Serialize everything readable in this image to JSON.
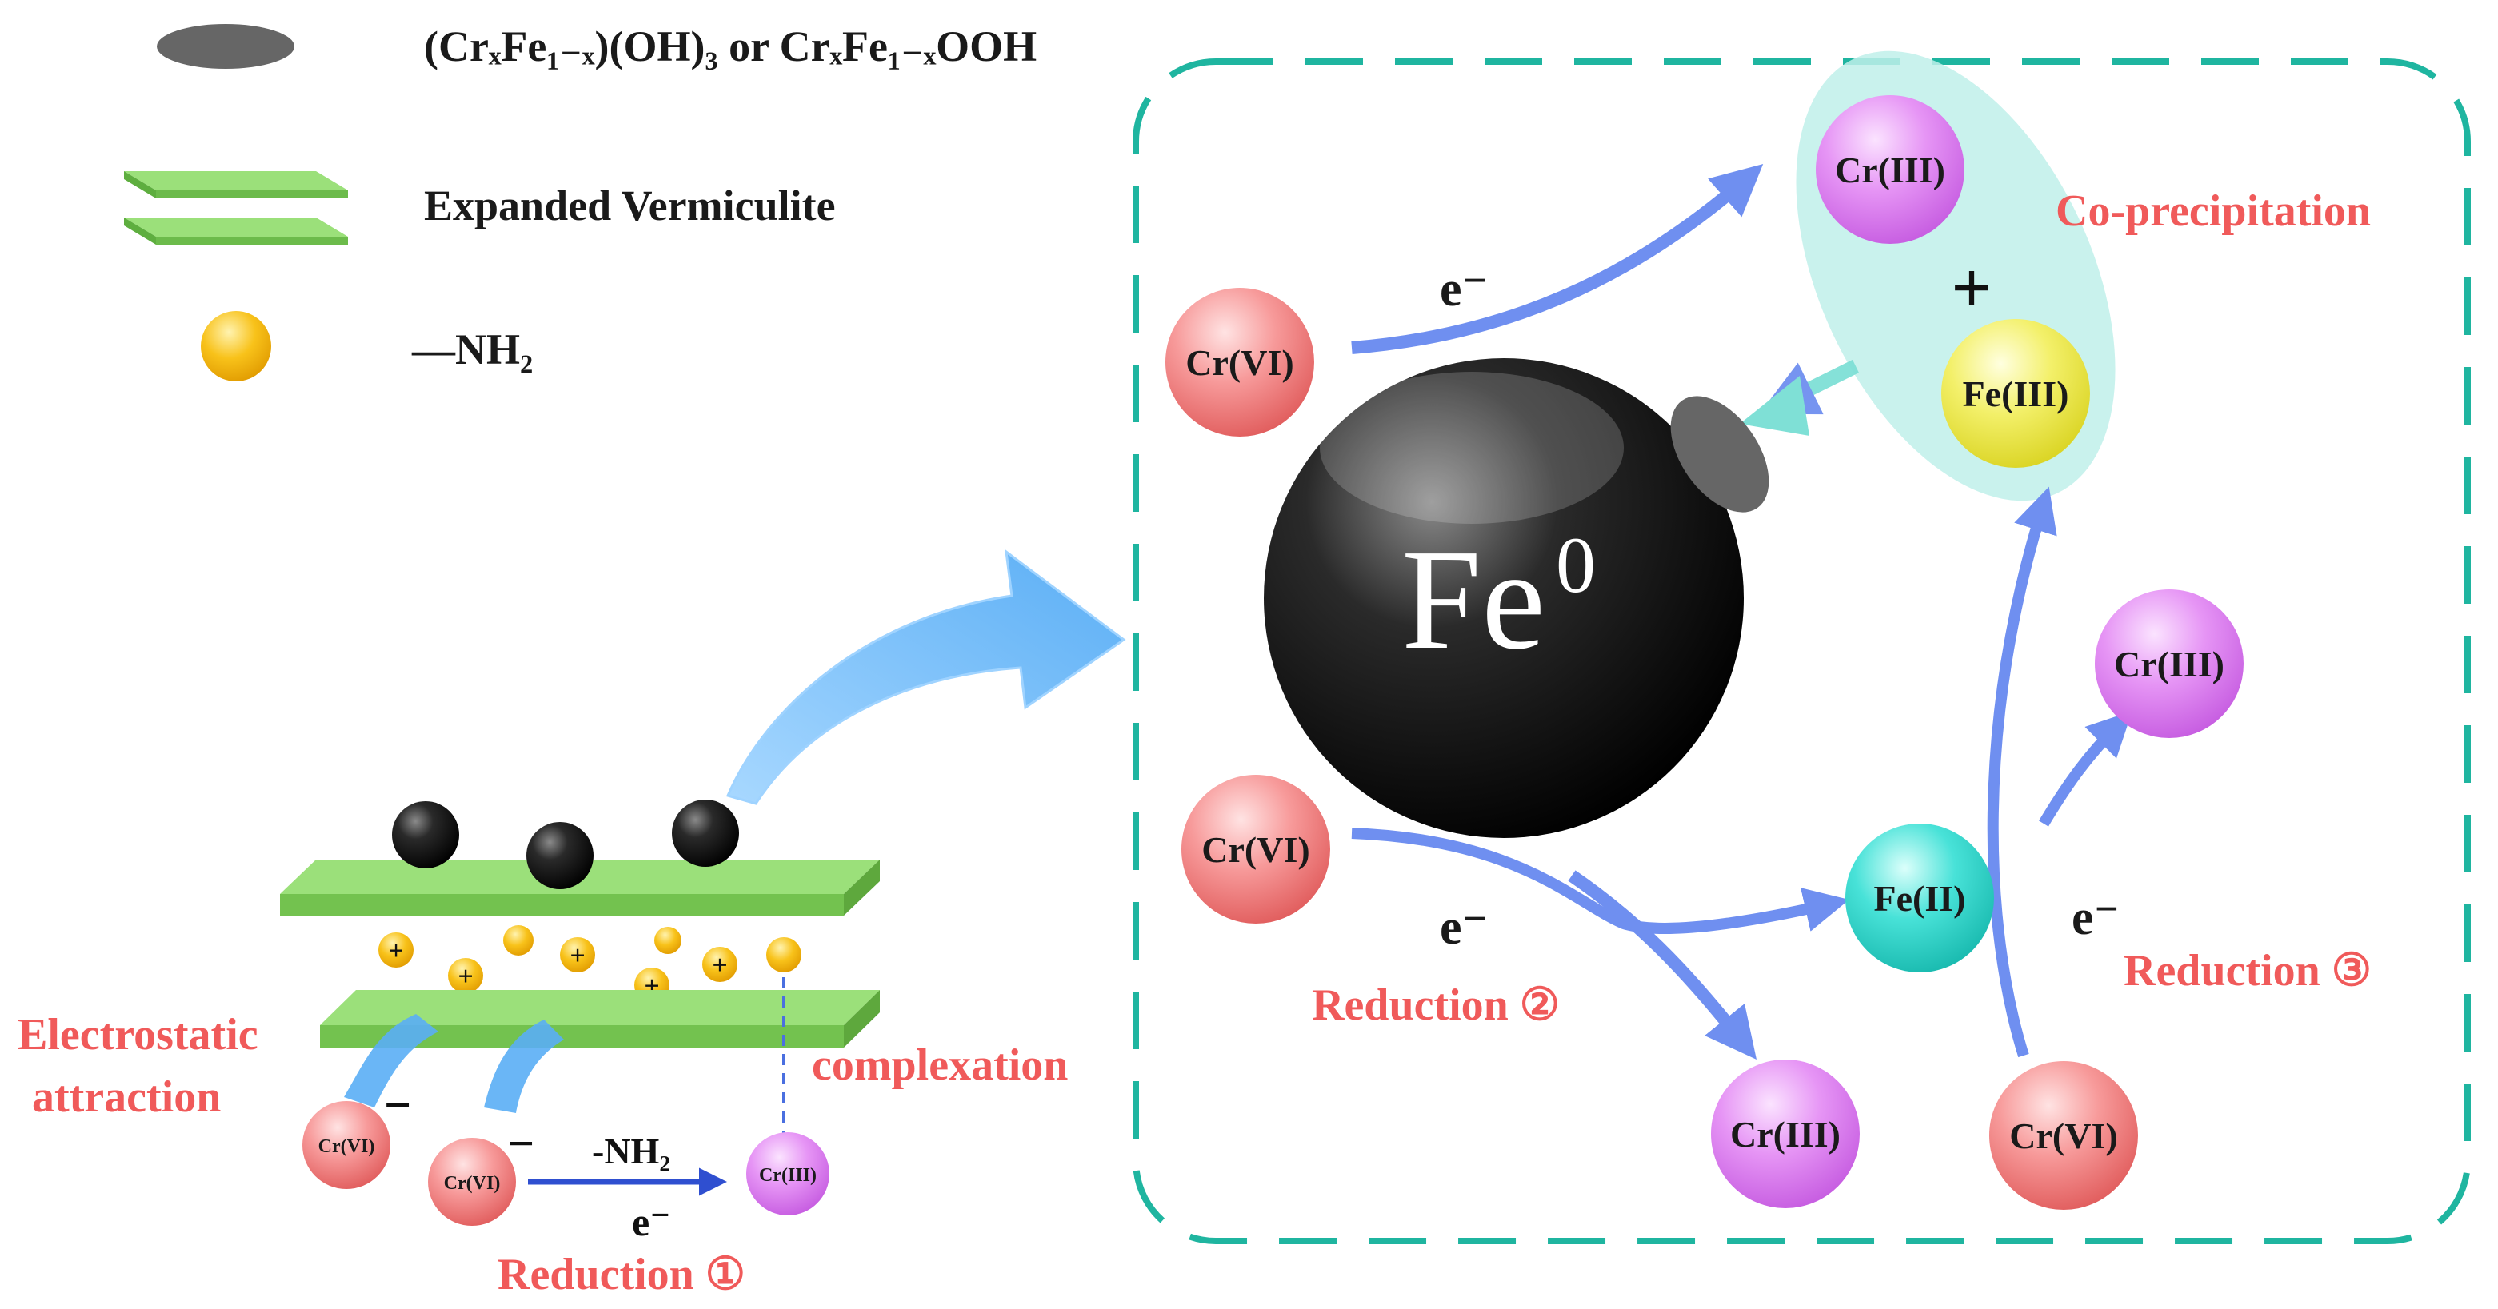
{
  "legend": {
    "items": [
      {
        "symbol": "oxide-ellipse",
        "text": "(CrₓFe₁₋ₓ)(OH)₃ or CrₓFe₁₋ₓOOH"
      },
      {
        "symbol": "vermiculite-sheets",
        "text": "Expanded Vermiculite"
      },
      {
        "symbol": "amine-sphere",
        "text": "—NH₂"
      }
    ]
  },
  "left_panel": {
    "electrostatic": "Electrostatic",
    "attraction": "attraction",
    "complexation": "complexation",
    "amine_label": "-NH₂",
    "electron": "e⁻",
    "reduction": "Reduction ①",
    "ion_crvi_1": "Cr(VI)",
    "ion_crvi_2": "Cr(VI)",
    "ion_criii": "Cr(III)",
    "charge_minus": "−",
    "charge_plus": "+"
  },
  "right_panel": {
    "fe0_base": "Fe",
    "fe0_sup": "0",
    "crvi_top": "Cr(VI)",
    "crvi_mid": "Cr(VI)",
    "crvi_bottom": "Cr(VI)",
    "criii_top": "Cr(III)",
    "feiii": "Fe(III)",
    "plus": "+",
    "co_precipitation": "Co-precipitation",
    "criii_right": "Cr(III)",
    "feii": "Fe(II)",
    "criii_bottom": "Cr(III)",
    "e_top": "e⁻",
    "e_mid": "e⁻",
    "e_right": "e⁻",
    "reduction_2": "Reduction ②",
    "reduction_3": "Reduction ③"
  },
  "colors": {
    "dash_border": "#1fb5a0",
    "arrow_blue": "#6f8ff0",
    "big_arrow": "#6fb8f5",
    "label_red": "#f05a5a",
    "vermiculite_green": "#7fcf5a",
    "crvi_fill": "#f28a8a",
    "criii_fill": "#e08af0",
    "feiii_fill": "#f0ee55",
    "feii_fill": "#2fd8cf",
    "amine_yellow": "#f5b800"
  }
}
